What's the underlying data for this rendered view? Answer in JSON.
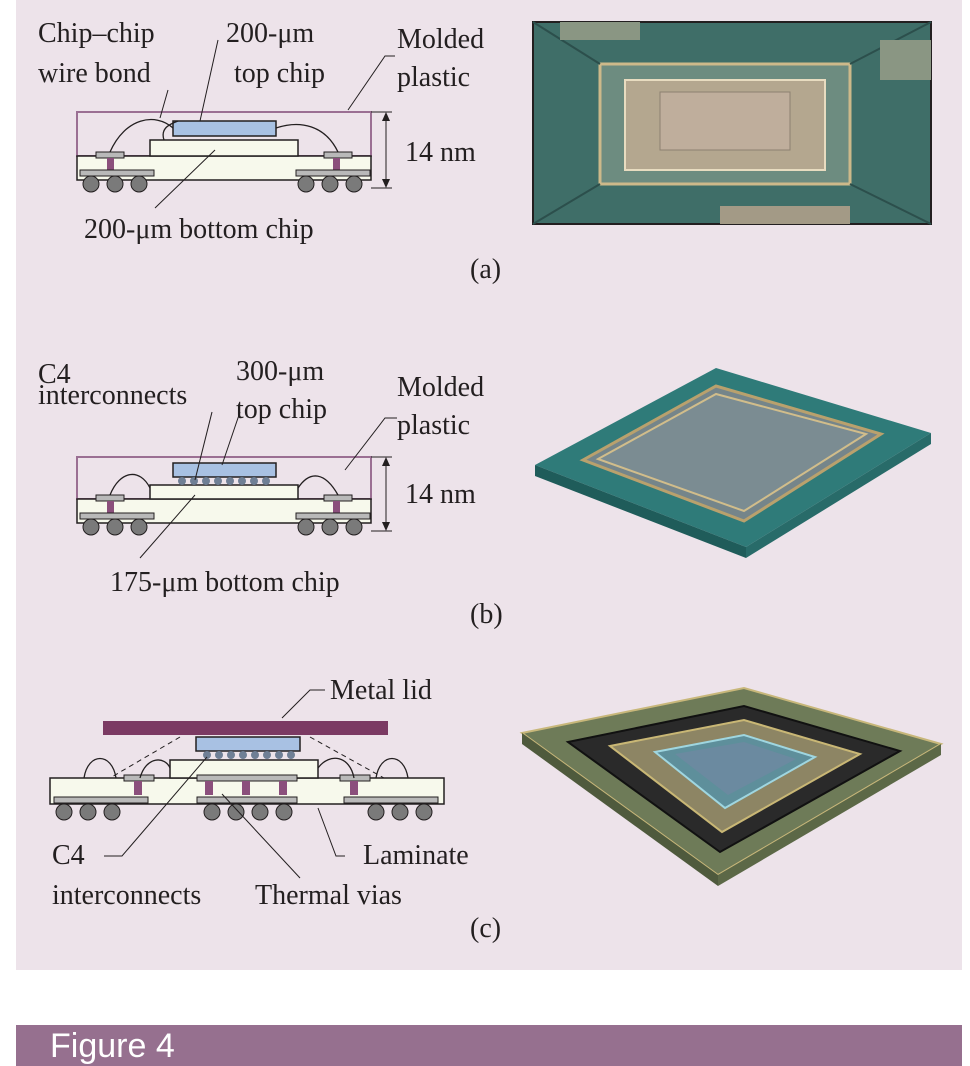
{
  "figure": {
    "title": "Figure 4"
  },
  "panels": [
    {
      "id": "a",
      "caption": "(a)",
      "labels": {
        "wire_bond_1": "Chip–chip",
        "wire_bond_2": "wire bond",
        "top_chip_1": "200-μm",
        "top_chip_2": "top chip",
        "molded_1": "Molded",
        "molded_2": "plastic",
        "height": "14 nm",
        "bottom_chip": "200-μm bottom chip"
      }
    },
    {
      "id": "b",
      "caption": "(b)",
      "labels": {
        "c4_1": "C4",
        "c4_2": "interconnects",
        "top_chip_1": "300-μm",
        "top_chip_2": "top chip",
        "molded_1": "Molded",
        "molded_2": "plastic",
        "height": "14 nm",
        "bottom_chip": "175-μm bottom chip"
      }
    },
    {
      "id": "c",
      "caption": "(c)",
      "labels": {
        "lid": "Metal lid",
        "c4_1": "C4",
        "c4_2": "interconnects",
        "vias": "Thermal vias",
        "laminate": "Laminate"
      }
    }
  ],
  "colors": {
    "panel_bg": "#ede3ea",
    "mold_outline": "#9b6f93",
    "top_chip": "#a8c1e3",
    "substrate": "#f7f9ec",
    "ball": "#7a7a7a",
    "lid": "#7b3a63",
    "via": "#8b4f7c",
    "figure_bar": "#96708f"
  }
}
